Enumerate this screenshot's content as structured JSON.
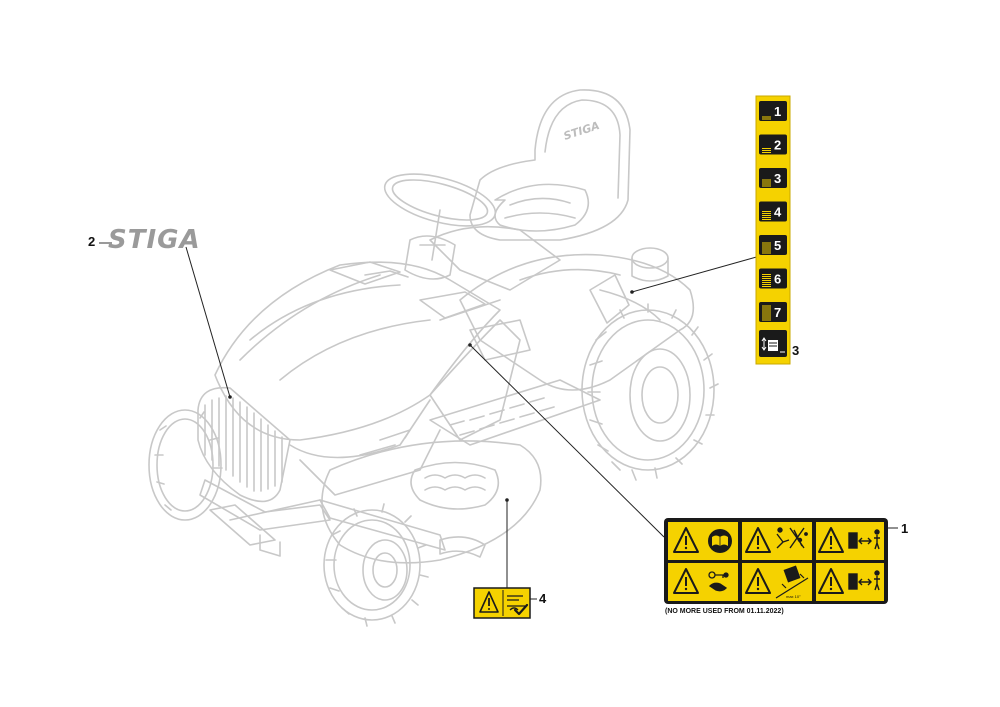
{
  "brand_logo_text": "STIGA",
  "callouts": {
    "c1": "1",
    "c2": "2",
    "c3": "3",
    "c4": "4"
  },
  "label_note": "(NO MORE USED FROM 01.11.2022)",
  "height_strip": [
    "1",
    "2",
    "3",
    "4",
    "5",
    "6",
    "7"
  ],
  "max_slope_text": "max 10°",
  "seat_brand_text": "STIGA",
  "colors": {
    "sticker_yellow": "#f5d200",
    "sticker_black": "#1a1a1a",
    "line_art": "#c8c8c8",
    "leader": "#222222"
  },
  "icons": {
    "warning": "warning-triangle-icon",
    "manual": "read-manual-icon",
    "thrown_objects": "thrown-objects-icon",
    "keep_distance": "keep-distance-icon",
    "remove_key": "remove-key-icon",
    "slope": "slope-tip-icon",
    "hand_blade": "hand-blade-icon",
    "check": "check-icon"
  }
}
